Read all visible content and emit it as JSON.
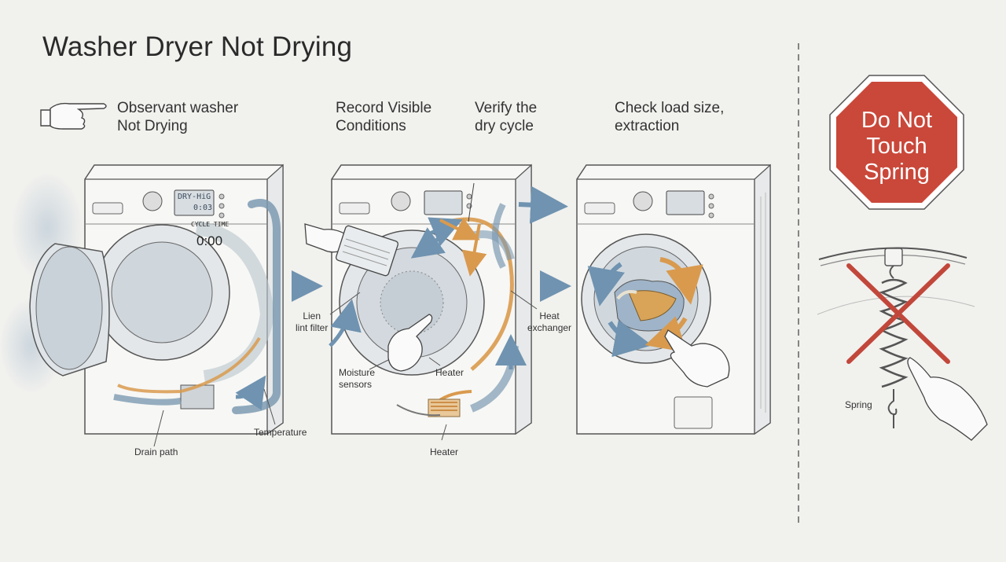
{
  "title": "Washer Dryer Not Drying",
  "steps": [
    {
      "line1": "Observant washer",
      "line2": "Not Drying"
    },
    {
      "line1": "Record Visible",
      "line2": "Conditions"
    },
    {
      "line1": "Verify the",
      "line2": "dry cycle"
    },
    {
      "line1": "Check load size,",
      "line2": "extraction"
    }
  ],
  "display": {
    "cycle_label": "CYCLE TIME",
    "time": "0:00",
    "screen_top": "DRY-HiG",
    "screen_bottom": "0:03"
  },
  "callouts": {
    "drain_path": "Drain path",
    "temperature": "Temperature",
    "lint_filter_line1": "Lien",
    "lint_filter_line2": "lint filter",
    "moisture_line1": "Moisture",
    "moisture_line2": "sensors",
    "heater_top": "Heater",
    "heater_bottom": "Heater",
    "heat_exchanger_line1": "Heat",
    "heat_exchanger_line2": "exchanger",
    "spring": "Spring"
  },
  "warning": {
    "line1": "Do Not",
    "line2": "Touch",
    "line3": "Spring"
  },
  "colors": {
    "background": "#f1f1ee",
    "stop_sign": "#c9483a",
    "airflow_blue": "#6f93b0",
    "heat_orange": "#d99a4e",
    "cross_red": "#c2473b"
  }
}
